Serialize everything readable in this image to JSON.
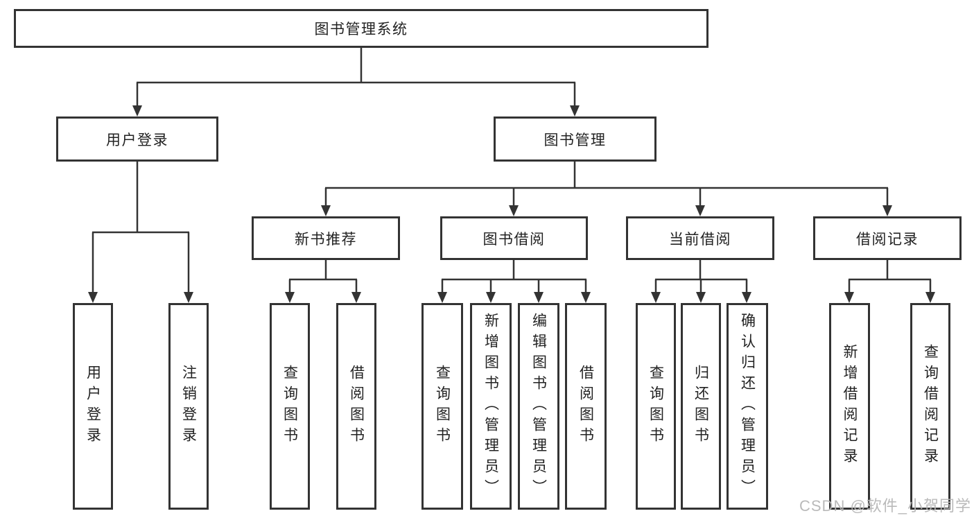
{
  "diagram_title": "图书管理系统",
  "colors": {
    "line": "#333333",
    "box_border": "#333333",
    "text": "#222222",
    "watermark": "#b6b6b6",
    "background": "#ffffff"
  },
  "tree": {
    "label": "图书管理系统",
    "children": [
      {
        "label": "用户登录",
        "children": [
          {
            "label": "用户登录"
          },
          {
            "label": "注销登录"
          }
        ]
      },
      {
        "label": "图书管理",
        "children": [
          {
            "label": "新书推荐",
            "children": [
              {
                "label": "查询图书"
              },
              {
                "label": "借阅图书"
              }
            ]
          },
          {
            "label": "图书借阅",
            "children": [
              {
                "label": "查询图书"
              },
              {
                "label": "新增图书（管理员）"
              },
              {
                "label": "编辑图书（管理员）"
              },
              {
                "label": "借阅图书"
              }
            ]
          },
          {
            "label": "当前借阅",
            "children": [
              {
                "label": "查询图书"
              },
              {
                "label": "归还图书"
              },
              {
                "label": "确认归还（管理员）"
              }
            ]
          },
          {
            "label": "借阅记录",
            "children": [
              {
                "label": "新增借阅记录"
              },
              {
                "label": "查询借阅记录"
              }
            ]
          }
        ]
      }
    ]
  },
  "watermark": {
    "text": "CSDN @软件_小贺同学"
  }
}
